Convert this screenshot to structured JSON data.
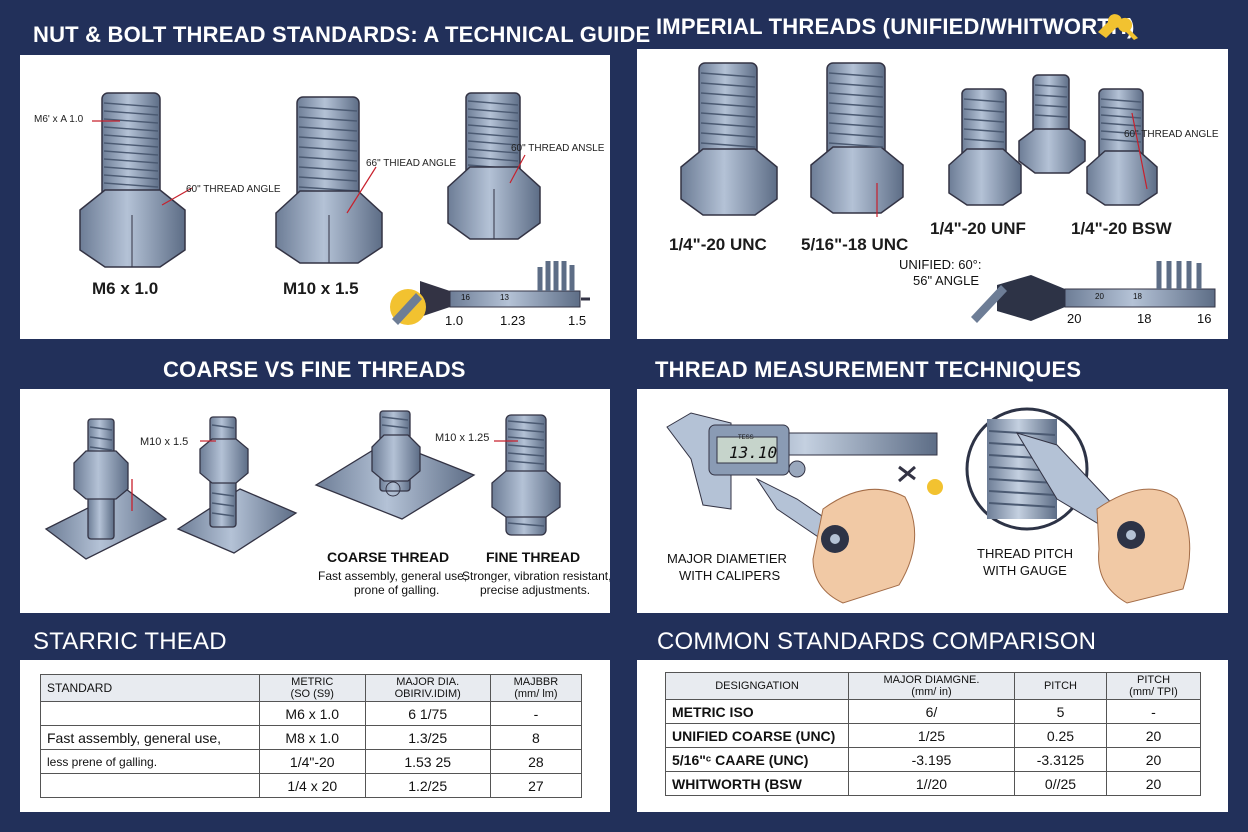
{
  "titles": {
    "t1": "NUT & BOLT THREAD STANDARDS: A TECHNICAL GUIDE",
    "t2": "IMPERIAL THREADS (UNIFIED/WHITWORTH)",
    "t3": "COARSE VS FINE THREADS",
    "t4": "THREAD MEASUREMENT TECHNIQUES",
    "t5": "STARRIC THEAD",
    "t6": "COMMON STANDARDS COMPARISON"
  },
  "p1": {
    "callout_m6": "M6' x Α 1.0",
    "angle1": "60\" THREAD ANGLE",
    "angle2": "66\" THIEAD ANGLE",
    "angle3": "60\" THREAD ANSLE",
    "bolt1": "M6 x 1.0",
    "bolt2": "M10 x 1.5",
    "scale_a": "16",
    "scale_b": "13",
    "gauge1": "1.0",
    "gauge2": "1.23",
    "gauge3": "1.5"
  },
  "p2": {
    "bolt1": "1/4\"-20 UNC",
    "bolt2": "5/16\"-18 UNC",
    "bolt3": "1/4\"-20 UNF",
    "bolt4": "1/4\"-20 BSW",
    "angle": "60\" THREAD ANGLE",
    "unified1": "UNIFIED: 60°:",
    "unified2": "56\" ANGLE",
    "scale_a": "20",
    "scale_b": "18",
    "gauge1": "20",
    "gauge2": "18",
    "gauge3": "16"
  },
  "p3": {
    "callout1": "M10 x 1.5",
    "callout2": "M10 x 1.25",
    "coarse_title": "COARSE THREAD",
    "coarse_desc1": "Fast assembly, general use,",
    "coarse_desc2": "prone of galling.",
    "fine_title": "FINE THREAD",
    "fine_desc1": "Stronger, vibration resistant,",
    "fine_desc2": "precise adjustments."
  },
  "p4": {
    "caliper_reading": "13.10",
    "caliper_brand": "TESS",
    "label1a": "MAJOR DIAMETIER",
    "label1b": "WITH CALIPERS",
    "label2a": "THREAD PITCH",
    "label2b": "WITH GAUGE"
  },
  "table1": {
    "headers": [
      "STANDARD",
      "METRIC\n(SO (S9)",
      "MAJOR DIA.\nOBIRIV.IDIM)",
      "MAJBBR\n(mm/ lm)"
    ],
    "rows": [
      [
        "",
        "M6 x 1.0",
        "6 1/75",
        "-"
      ],
      [
        "Fast assembly, general use,",
        "M8 x 1.0",
        "1.3/25",
        "8"
      ],
      [
        "less prene of galling.",
        "1/4\"-20",
        "1.53 25",
        "28"
      ],
      [
        "",
        "1/4 x 20",
        "1.2/25",
        "27"
      ]
    ]
  },
  "table2": {
    "headers": [
      "DESIGNGATION",
      "MAJOR DIAMGNE.\n(mm/ in)",
      "PITCH",
      "PITCH\n(mm/ TPI)"
    ],
    "rows": [
      [
        "METRIC ISO",
        "6/",
        "5",
        "-"
      ],
      [
        "UNIFIED COARSE (UNC)",
        "1/25",
        "0.25",
        "20"
      ],
      [
        "5/16\"ᶜ CAARE (UNC)",
        "-3.195",
        "-3.3125",
        "20"
      ],
      [
        "WHITWORTH (BSW",
        "1//20",
        "0//25",
        "20"
      ]
    ]
  },
  "colors": {
    "background": "#22305a",
    "steel": "#8a9bb4",
    "steel_dark": "#5d6d86",
    "accent_yellow": "#f2c230",
    "red": "#c8202c"
  }
}
